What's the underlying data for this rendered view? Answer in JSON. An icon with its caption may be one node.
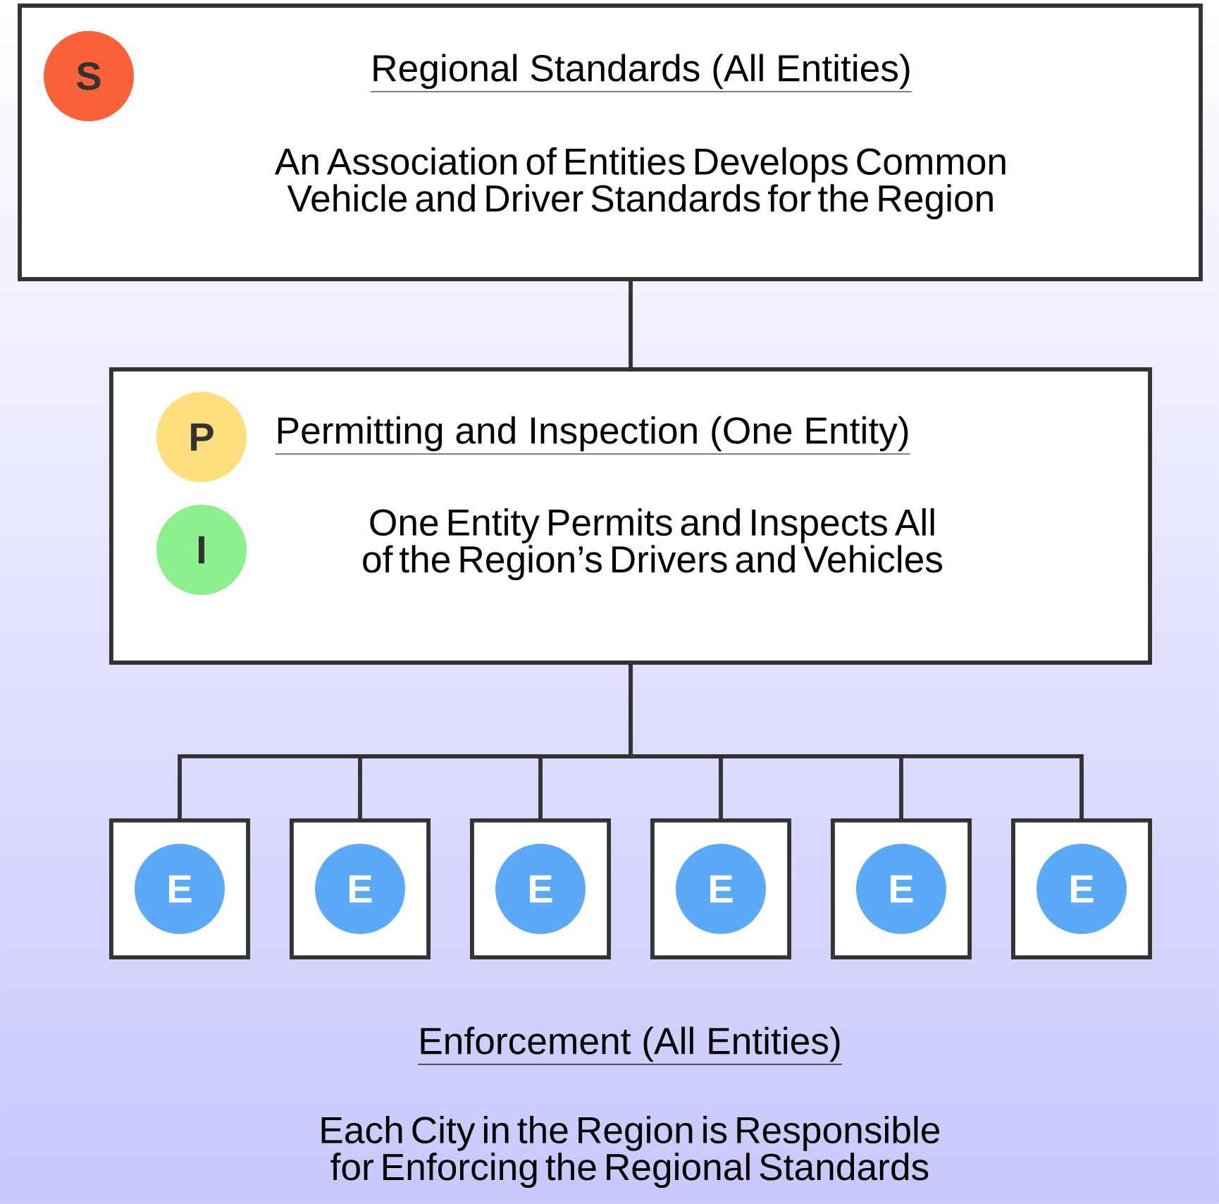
{
  "diagram": {
    "nodes": [
      {
        "text": [
          "Regional Standards (All Entities)",
          "An Association of Entities Develops Common Vehicle and Driver Standards for the Region"
        ]
      },
      {
        "text": [
          "S"
        ],
        "in": 0
      },
      {
        "text": [
          "Permitting and Inspection (One Entity)",
          "One Entity Permits and Inspects All of the Region’s Drivers and Vehicles"
        ]
      },
      {
        "text": [
          "P"
        ],
        "in": 2
      },
      {
        "text": [
          "I"
        ],
        "in": 2
      },
      {
        "text": [],
        "shape": "box"
      },
      {
        "text": [
          "E"
        ],
        "in": 5
      },
      {
        "text": [],
        "shape": "box"
      },
      {
        "text": [
          "E"
        ],
        "in": 7
      },
      {
        "text": [],
        "shape": "box"
      },
      {
        "text": [
          "E"
        ],
        "in": 9
      },
      {
        "text": [],
        "shape": "box"
      },
      {
        "text": [
          "E"
        ],
        "in": 11
      },
      {
        "text": [],
        "shape": "box"
      },
      {
        "text": [
          "E"
        ],
        "in": 13
      },
      {
        "text": [],
        "shape": "box"
      },
      {
        "text": [
          "E"
        ],
        "in": 15
      }
    ],
    "edges": [
      {
        "from": 0,
        "to": 2,
        "arrow": "none"
      },
      {
        "from": 2,
        "to": 5,
        "arrow": "none"
      },
      {
        "from": 2,
        "to": 7,
        "arrow": "none"
      },
      {
        "from": 2,
        "to": 9,
        "arrow": "none"
      },
      {
        "from": 2,
        "to": 11,
        "arrow": "none"
      },
      {
        "from": 2,
        "to": 13,
        "arrow": "none"
      },
      {
        "from": 2,
        "to": 15,
        "arrow": "none"
      }
    ],
    "labels": [
      "Enforcement (All Entities)",
      "Each City in the Region is Responsible for Enforcing the Regional Standards"
    ]
  }
}
